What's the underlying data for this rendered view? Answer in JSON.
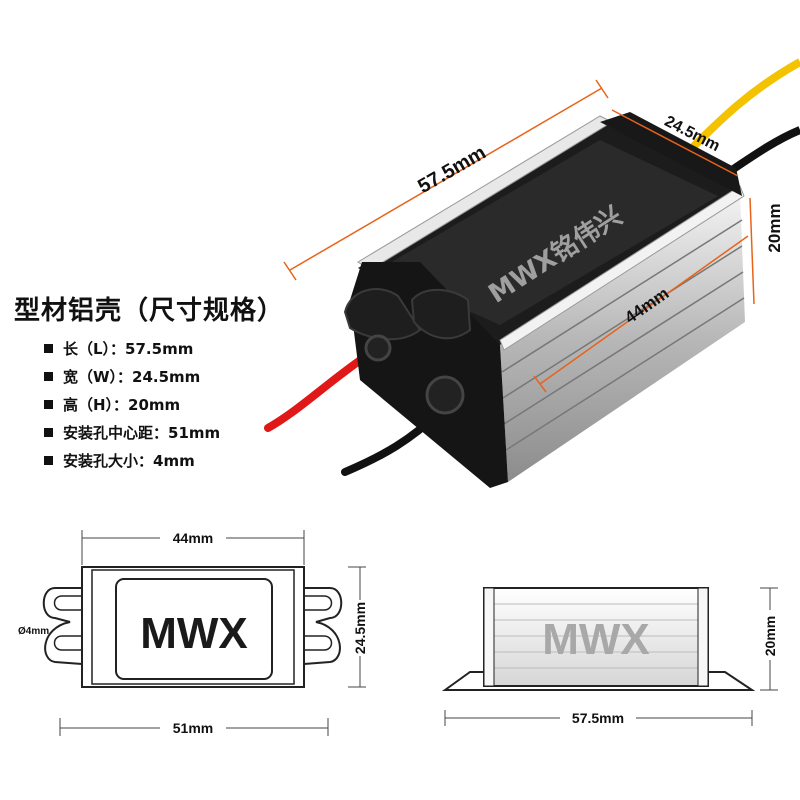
{
  "title": "型材铝壳（尺寸规格）",
  "specs": [
    {
      "label": "长（L）：57.5mm"
    },
    {
      "label": "宽（W）：24.5mm"
    },
    {
      "label": "高（H）：20mm"
    },
    {
      "label": "安装孔中心距：51mm"
    },
    {
      "label": "安装孔大小：4mm"
    }
  ],
  "photo": {
    "length_label": "57.5mm",
    "width_label": "24.5mm",
    "height_label": "20mm",
    "inner_length_label": "44mm",
    "watermark": "MWX铭伟兴"
  },
  "top_view": {
    "brand": "MWX",
    "top_dim": "44mm",
    "side_dim": "24.5mm",
    "bottom_dim": "51mm",
    "hole_dim": "Ø4mm"
  },
  "side_view": {
    "brand": "MWX",
    "height_dim": "20mm",
    "length_dim": "57.5mm"
  },
  "colors": {
    "dimension_line": "#e8631a",
    "wire_red": "#e01818",
    "wire_yellow": "#f3c200",
    "wire_black": "#111111",
    "aluminum": "#c9c9c9"
  }
}
